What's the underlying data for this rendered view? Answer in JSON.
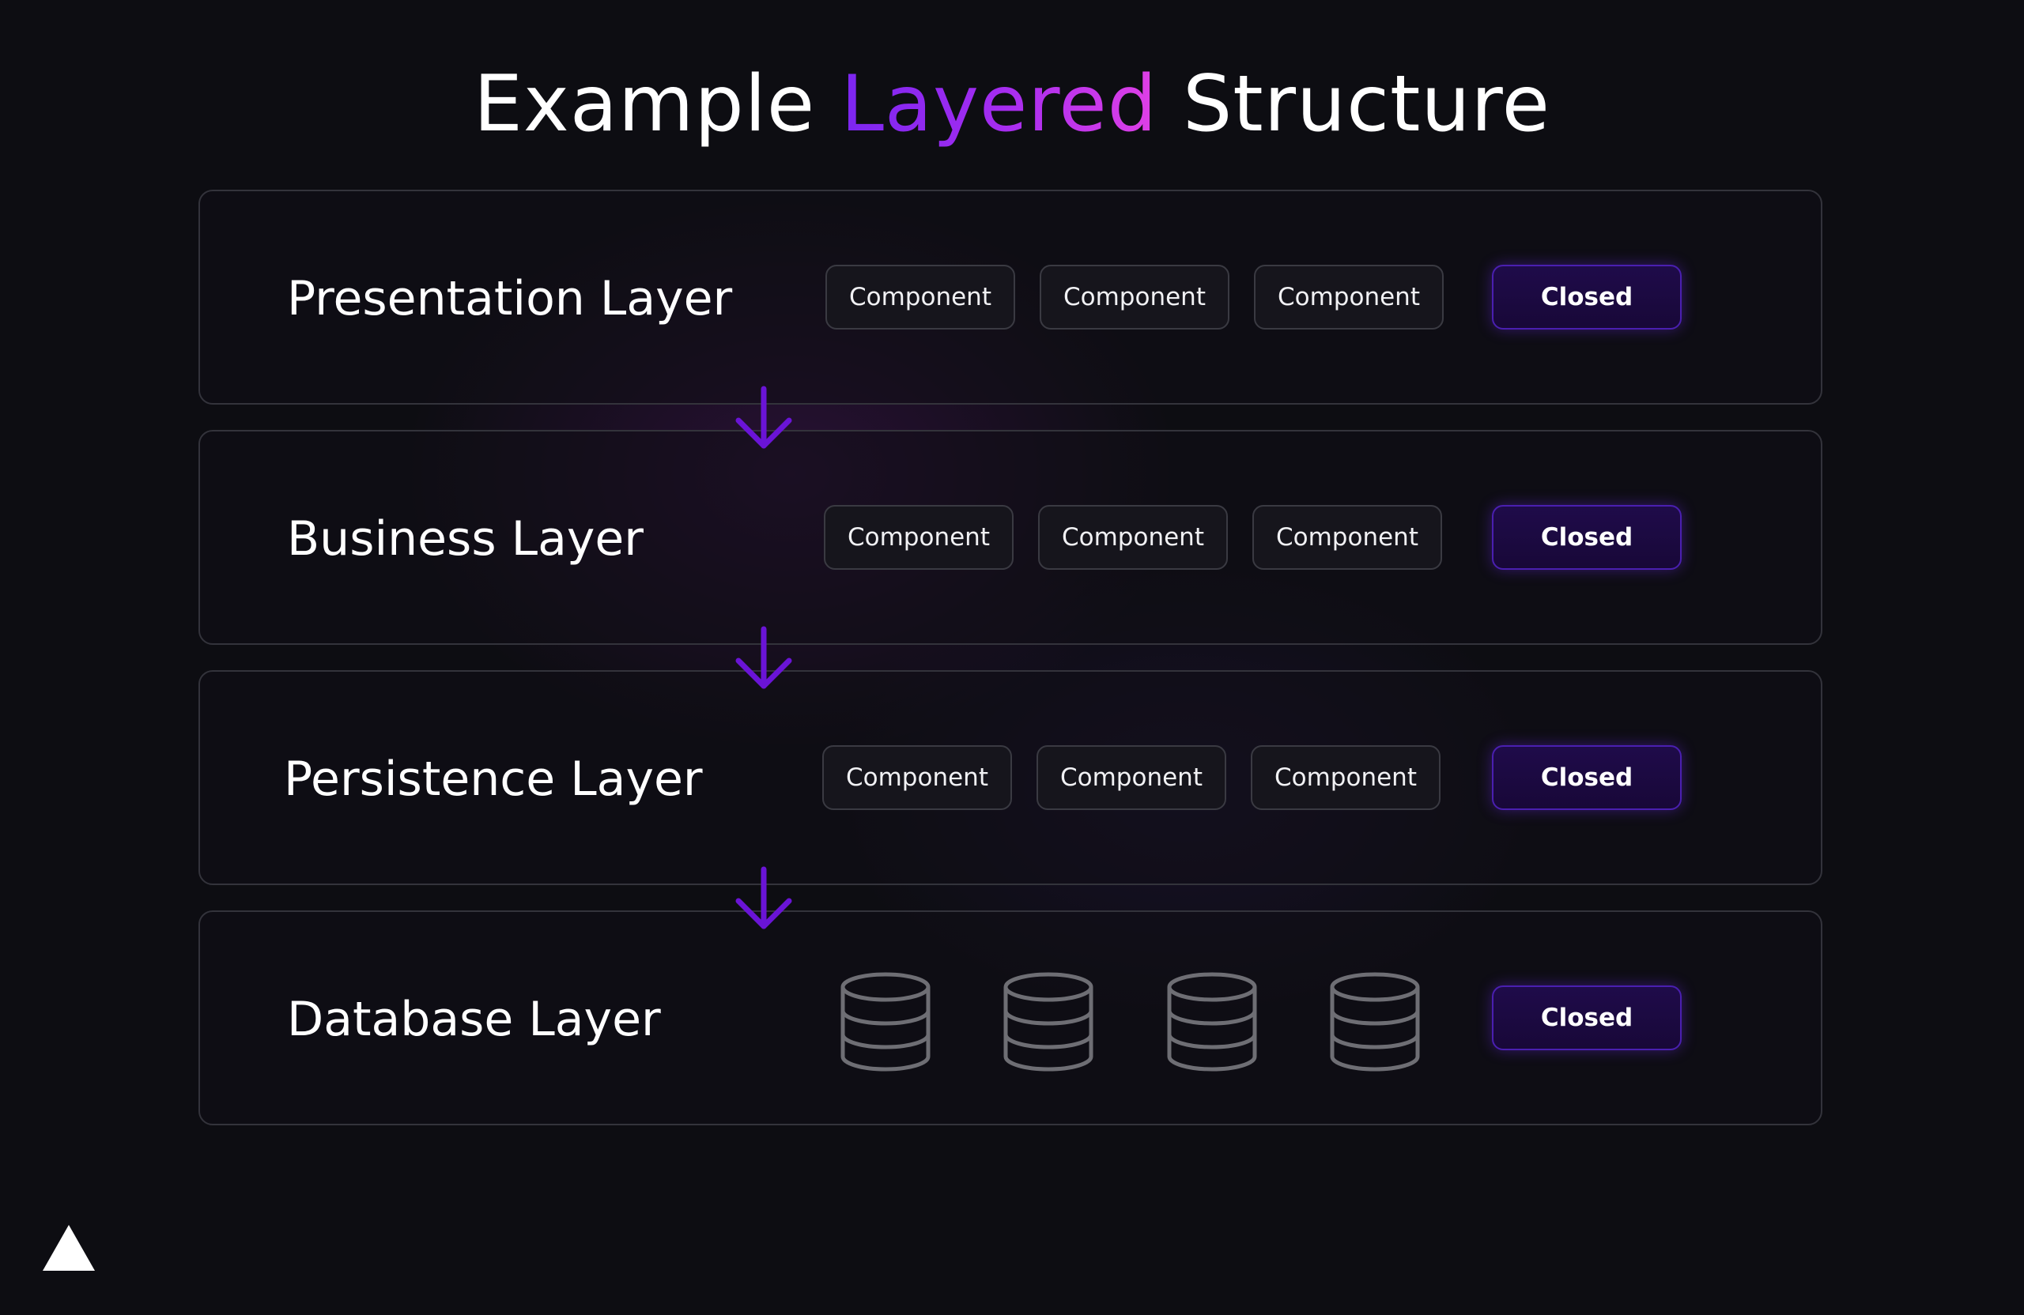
{
  "title": {
    "prefix": "Example ",
    "accent": "Layered",
    "suffix": " Structure",
    "accent_gradient": [
      "#7b26f0",
      "#e040e6"
    ]
  },
  "colors": {
    "background": "#0d0d12",
    "panel_border": "#33333b",
    "arrow": "#6a14d6",
    "closed_border": "#4a1fb0",
    "db_icon_stroke": "#6e6e74"
  },
  "layers": [
    {
      "name": "Presentation Layer",
      "components": [
        "Component",
        "Component",
        "Component"
      ],
      "status": "Closed"
    },
    {
      "name": "Business Layer",
      "components": [
        "Component",
        "Component",
        "Component"
      ],
      "status": "Closed"
    },
    {
      "name": "Persistence Layer",
      "components": [
        "Component",
        "Component",
        "Component"
      ],
      "status": "Closed"
    },
    {
      "name": "Database Layer",
      "databases": [
        "database-icon",
        "database-icon",
        "database-icon",
        "database-icon"
      ],
      "status": "Closed"
    }
  ],
  "arrows": [
    "arrow-down-icon",
    "arrow-down-icon",
    "arrow-down-icon"
  ],
  "logo": "triangle-logo-icon"
}
